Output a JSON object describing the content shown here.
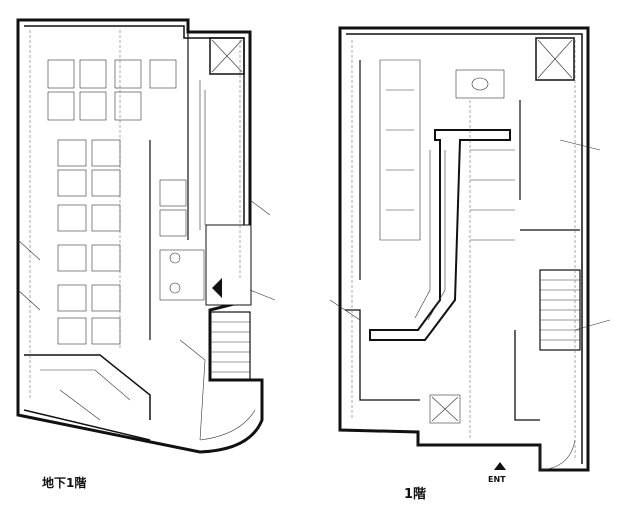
{
  "floors": [
    {
      "id": "b1",
      "label": "地下1階"
    },
    {
      "id": "1f",
      "label": "1階"
    }
  ],
  "entrance": {
    "label": "ENT",
    "icon": "arrow-up-icon"
  },
  "colors": {
    "ink": "#111111",
    "paper": "#ffffff"
  }
}
